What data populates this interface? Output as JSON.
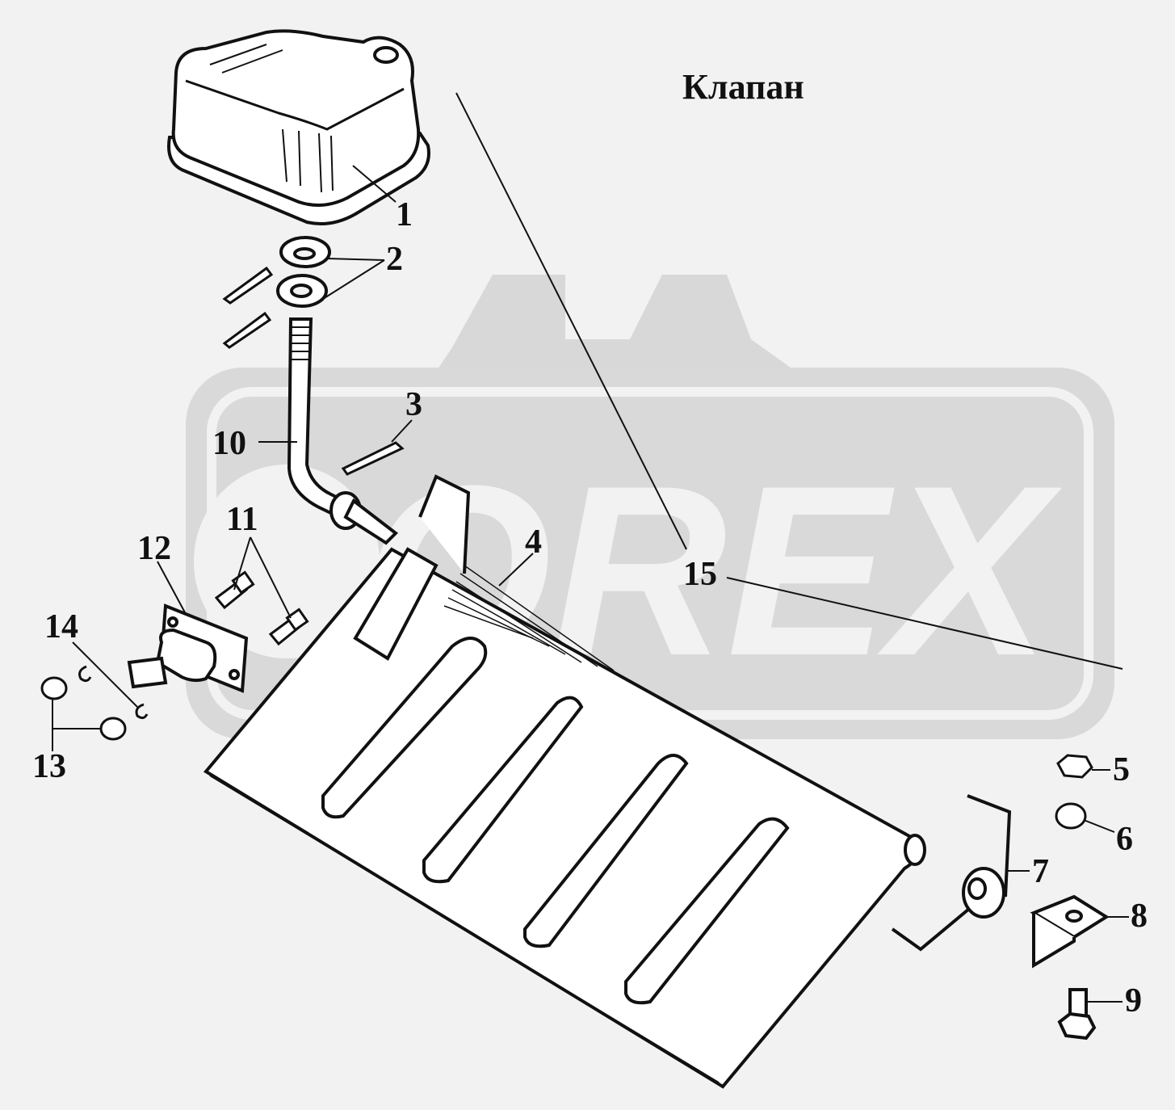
{
  "title": "Клапан",
  "watermark": {
    "text": "OREX",
    "color": "#d6d6d6"
  },
  "colors": {
    "background": "#f2f2f2",
    "ink": "#111111",
    "paper": "#ffffff"
  },
  "callouts": [
    "1",
    "2",
    "3",
    "4",
    "5",
    "6",
    "7",
    "8",
    "9",
    "10",
    "11",
    "12",
    "13",
    "14",
    "15"
  ]
}
